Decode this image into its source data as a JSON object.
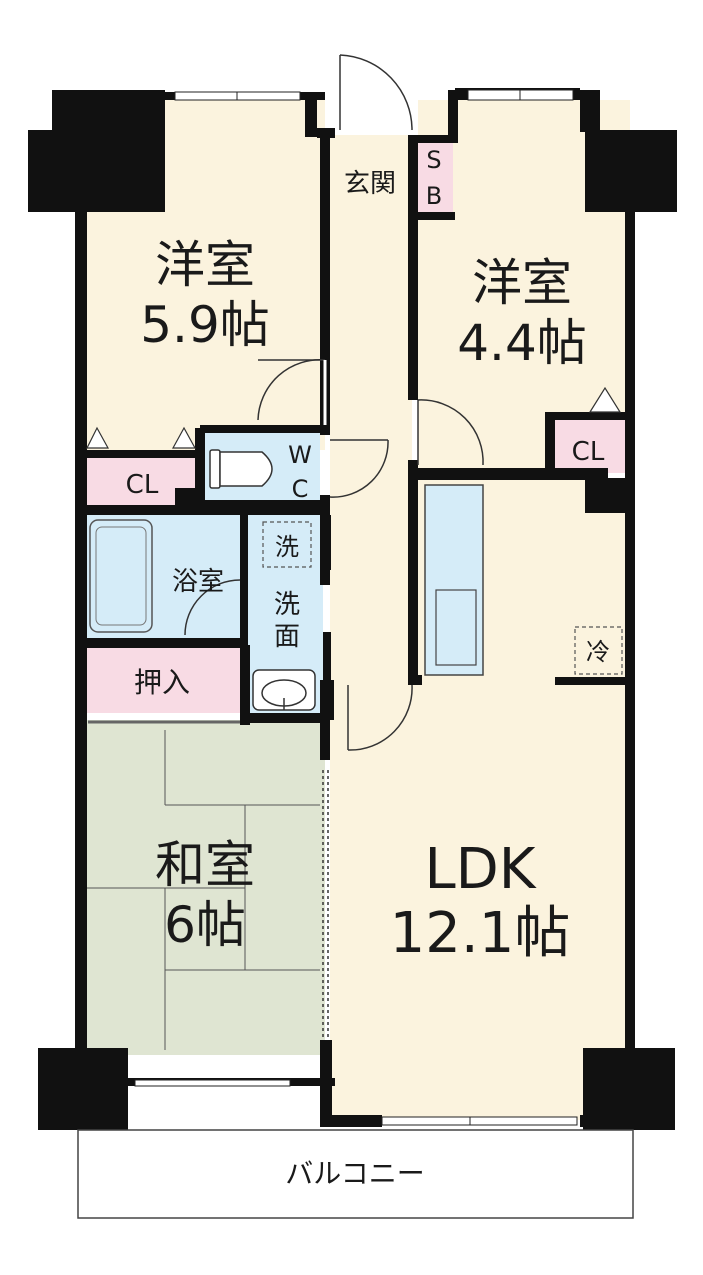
{
  "rooms": {
    "western1": {
      "name": "洋室",
      "size": "5.9帖"
    },
    "western2": {
      "name": "洋室",
      "size": "4.4帖"
    },
    "japanese": {
      "name": "和室",
      "size": "6帖"
    },
    "ldk": {
      "name": "LDK",
      "size": "12.1帖"
    }
  },
  "labels": {
    "entrance": "玄関",
    "shoe_box_1": "S",
    "shoe_box_2": "B",
    "closet_1": "CL",
    "closet_2": "CL",
    "wc_1": "W",
    "wc_2": "C",
    "bath": "浴室",
    "washer": "洗",
    "washroom_1": "洗",
    "washroom_2": "面",
    "storage": "押入",
    "fridge": "冷",
    "balcony": "バルコニー"
  },
  "colors": {
    "wall": "#111111",
    "western_floor": "#fbf3de",
    "ldk_floor": "#fbf3de",
    "tatami": "#dfe5d2",
    "closet": "#f8dbe4",
    "wet_area": "#d5ecf8",
    "balcony": "#ffffff"
  }
}
